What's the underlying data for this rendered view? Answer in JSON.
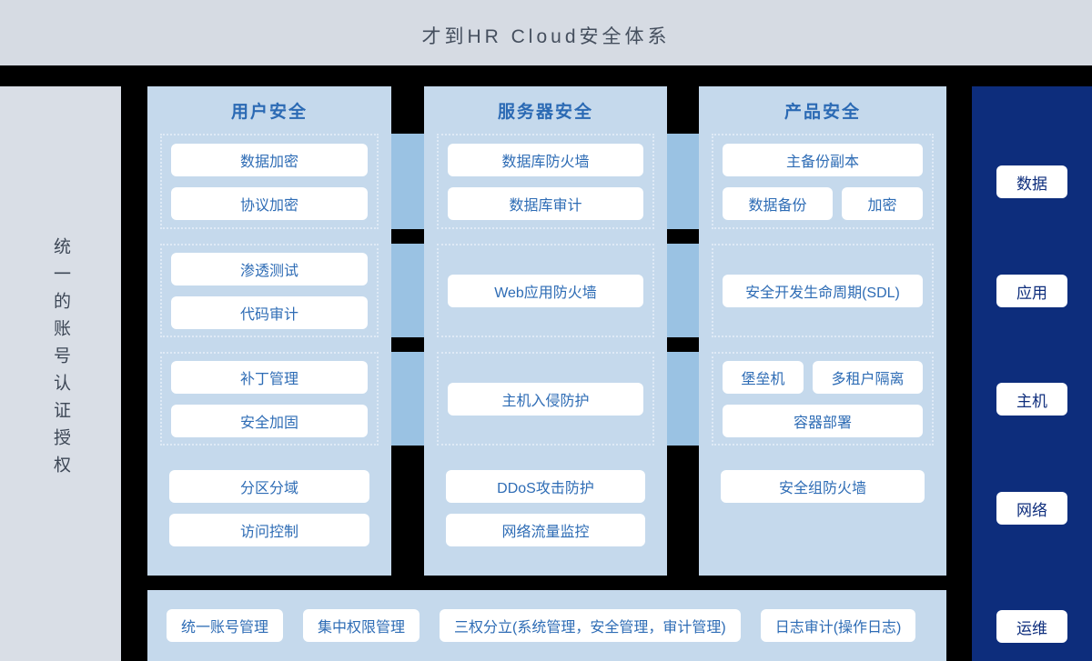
{
  "header": {
    "title": "才到HR Cloud安全体系"
  },
  "left_sidebar": {
    "label": "统一的账号认证授权"
  },
  "columns": [
    {
      "id": "user-security",
      "title": "用户安全",
      "groups": [
        {
          "dashed": true,
          "rows": [
            [
              "数据加密"
            ],
            [
              "协议加密"
            ]
          ]
        },
        {
          "dashed": true,
          "rows": [
            [
              "渗透测试"
            ],
            [
              "代码审计"
            ]
          ]
        },
        {
          "dashed": true,
          "rows": [
            [
              "补丁管理"
            ],
            [
              "安全加固"
            ]
          ]
        },
        {
          "dashed": false,
          "rows": [
            [
              "分区分域"
            ],
            [
              "访问控制"
            ]
          ]
        }
      ]
    },
    {
      "id": "server-security",
      "title": "服务器安全",
      "groups": [
        {
          "dashed": true,
          "rows": [
            [
              "数据库防火墙"
            ],
            [
              "数据库审计"
            ]
          ]
        },
        {
          "dashed": true,
          "rows": [
            [
              "Web应用防火墙"
            ]
          ]
        },
        {
          "dashed": true,
          "rows": [
            [
              "主机入侵防护"
            ]
          ]
        },
        {
          "dashed": false,
          "rows": [
            [
              "DDoS攻击防护"
            ],
            [
              "网络流量监控"
            ]
          ]
        }
      ]
    },
    {
      "id": "product-security",
      "title": "产品安全",
      "groups": [
        {
          "dashed": true,
          "rows": [
            [
              "主备份副本"
            ],
            [
              "数据备份",
              "加密"
            ]
          ]
        },
        {
          "dashed": true,
          "rows": [
            [
              "安全开发生命周期(SDL)"
            ]
          ]
        },
        {
          "dashed": true,
          "rows": [
            [
              "堡垒机",
              "多租户隔离"
            ],
            [
              "容器部署"
            ]
          ]
        },
        {
          "dashed": false,
          "rows": [
            [
              "安全组防火墙"
            ]
          ]
        }
      ]
    }
  ],
  "right_sidebar": {
    "items": [
      {
        "id": "data",
        "label": "数据"
      },
      {
        "id": "application",
        "label": "应用"
      },
      {
        "id": "host",
        "label": "主机"
      },
      {
        "id": "network",
        "label": "网络"
      },
      {
        "id": "operations",
        "label": "运维"
      }
    ]
  },
  "bottom_bar": {
    "items": [
      {
        "id": "unified-account-management",
        "label": "统一账号管理"
      },
      {
        "id": "central-permission-management",
        "label": "集中权限管理"
      },
      {
        "id": "separation-of-three-powers",
        "label": "三权分立(系统管理，安全管理，审计管理)"
      },
      {
        "id": "log-audit",
        "label": "日志审计(操作日志)"
      }
    ]
  },
  "colors": {
    "background": "#000000",
    "top_bar": "#d6dbe3",
    "left_sidebar": "#d9dee6",
    "panel": "#c5d9ec",
    "bridge": "#9ac2e3",
    "accent_blue": "#2b6ab4",
    "pill_text": "#2e6cb5",
    "navy": "#0d2d7c",
    "dashed_border": "#dfeaf6",
    "title_text": "#454f5e"
  }
}
